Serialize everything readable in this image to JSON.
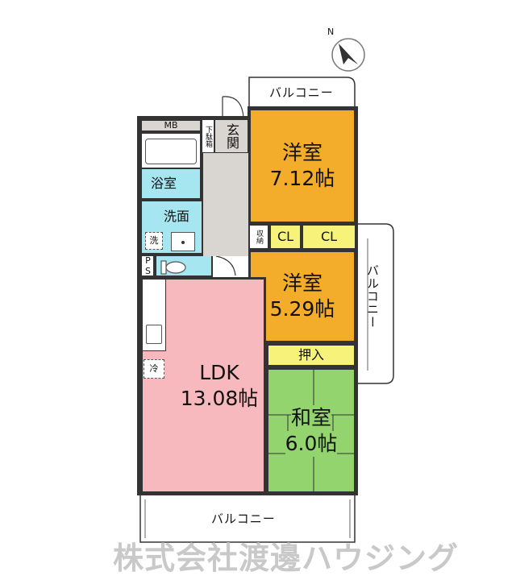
{
  "compass": {
    "label": "N"
  },
  "balconies": {
    "top": "バルコニー",
    "right": "バルコニー",
    "bottom": "バルコニー"
  },
  "rooms": {
    "western_room_1": {
      "name": "洋室",
      "size": "7.12帖"
    },
    "western_room_2": {
      "name": "洋室",
      "size": "5.29帖"
    },
    "japanese_room": {
      "name": "和室",
      "size": "6.0帖"
    },
    "ldk": {
      "name": "LDK",
      "size": "13.08帖"
    },
    "bathroom": "浴室",
    "washroom": "洗面",
    "washer": "洗",
    "entrance": "玄関",
    "shoe_storage": "下駄箱",
    "storage": "収納",
    "closet_1": "CL",
    "closet_2": "CL",
    "oshiire": "押入",
    "mb": "MB",
    "ps": "PS",
    "fridge": "冷"
  },
  "colors": {
    "western": "#f4ad2b",
    "japanese": "#93d46f",
    "ldk": "#f7b9bd",
    "water": "#a6e6f0",
    "closet": "#f7f27a",
    "hall": "#d9d6d1",
    "wall": "#333333"
  },
  "watermark": "株式会社渡邊ハウジング"
}
